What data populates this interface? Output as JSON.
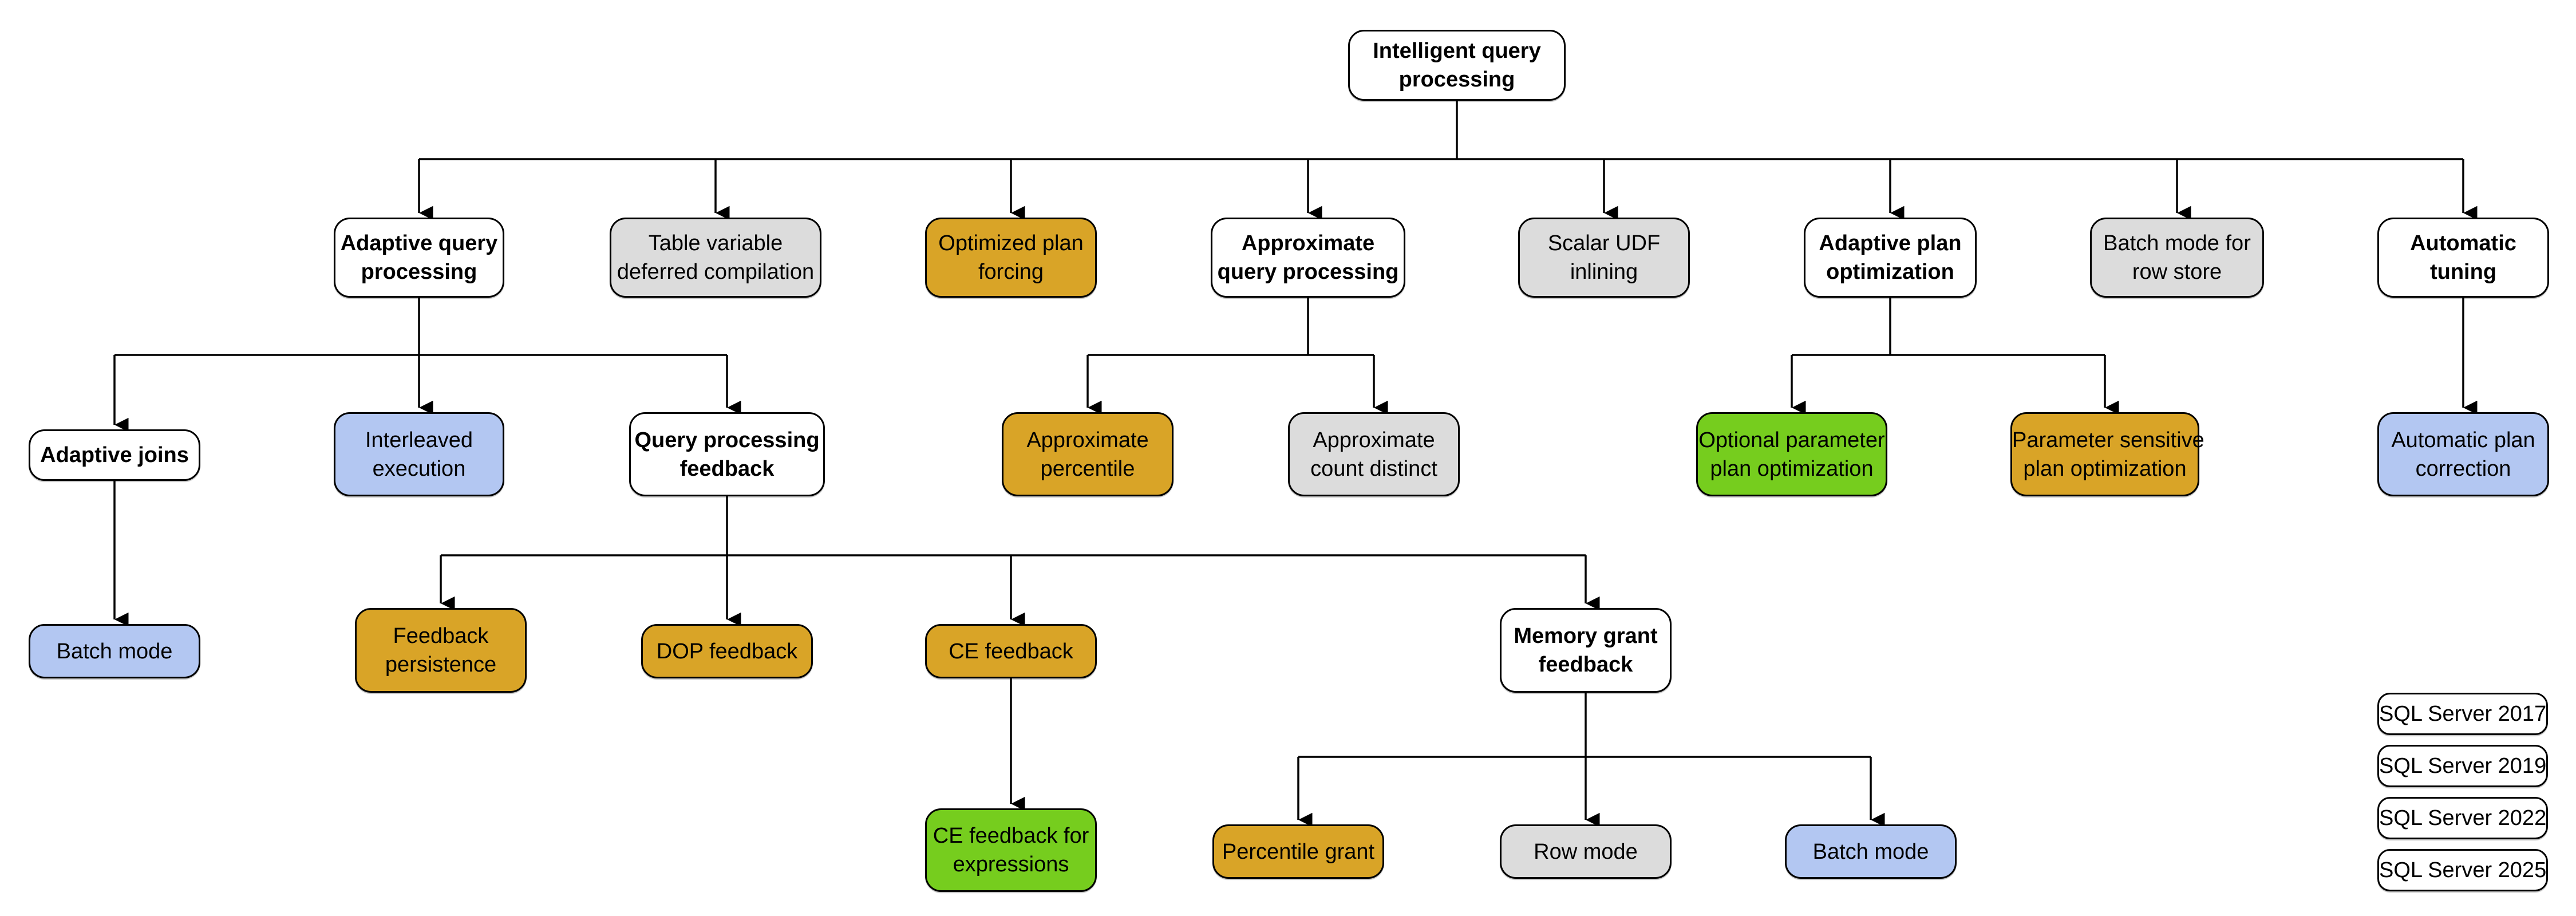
{
  "diagram_title": "Intelligent query processing",
  "palette": {
    "sql_server_2017_blue": "#B3C7F2",
    "sql_server_2019_gray": "#DCDCDC",
    "sql_server_2022_gold": "#D9A427",
    "sql_server_2025_green": "#76CD1E",
    "uncolored_node": "#FFFFFF",
    "border_and_lines": "#000000"
  },
  "nodes": {
    "root": {
      "label": "Intelligent query\nprocessing",
      "version": null
    },
    "adaptive_query_processing": {
      "label": "Adaptive query\nprocessing",
      "version": null
    },
    "table_variable_deferred_compilation": {
      "label": "Table variable\ndeferred compilation",
      "version": "SQL Server 2019"
    },
    "optimized_plan_forcing": {
      "label": "Optimized plan\nforcing",
      "version": "SQL Server 2022"
    },
    "approximate_query_processing": {
      "label": "Approximate\nquery processing",
      "version": null
    },
    "scalar_udf_inlining": {
      "label": "Scalar UDF\ninlining",
      "version": "SQL Server 2019"
    },
    "adaptive_plan_optimization": {
      "label": "Adaptive plan\noptimization",
      "version": null
    },
    "batch_mode_for_row_store": {
      "label": "Batch mode for\nrow store",
      "version": "SQL Server 2019"
    },
    "automatic_tuning": {
      "label": "Automatic\ntuning",
      "version": null
    },
    "adaptive_joins": {
      "label": "Adaptive joins",
      "version": null
    },
    "interleaved_execution": {
      "label": "Interleaved\nexecution",
      "version": "SQL Server 2017"
    },
    "query_processing_feedback": {
      "label": "Query processing\nfeedback",
      "version": null
    },
    "approximate_percentile": {
      "label": "Approximate\npercentile",
      "version": "SQL Server 2022"
    },
    "approximate_count_distinct": {
      "label": "Approximate\ncount distinct",
      "version": "SQL Server 2019"
    },
    "optional_parameter_plan_optimization": {
      "label": "Optional parameter\nplan optimization",
      "version": "SQL Server 2025"
    },
    "parameter_sensitive_plan_optimization": {
      "label": "Parameter sensitive\nplan optimization",
      "version": "SQL Server 2022"
    },
    "automatic_plan_correction": {
      "label": "Automatic plan\ncorrection",
      "version": "SQL Server 2017"
    },
    "batch_mode_adaptive_joins": {
      "label": "Batch mode",
      "version": "SQL Server 2017"
    },
    "feedback_persistence": {
      "label": "Feedback\npersistence",
      "version": "SQL Server 2022"
    },
    "dop_feedback": {
      "label": "DOP feedback",
      "version": "SQL Server 2022"
    },
    "ce_feedback": {
      "label": "CE feedback",
      "version": "SQL Server 2022"
    },
    "memory_grant_feedback": {
      "label": "Memory grant\nfeedback",
      "version": null
    },
    "ce_feedback_for_expressions": {
      "label": "CE feedback for\nexpressions",
      "version": "SQL Server 2025"
    },
    "percentile_grant": {
      "label": "Percentile grant",
      "version": "SQL Server 2022"
    },
    "row_mode": {
      "label": "Row mode",
      "version": "SQL Server 2019"
    },
    "batch_mode_memory_grant": {
      "label": "Batch mode",
      "version": "SQL Server 2017"
    }
  },
  "legend": {
    "items": [
      {
        "label": "SQL Server 2017",
        "color": "#B3C7F2"
      },
      {
        "label": "SQL Server 2019",
        "color": "#DCDCDC"
      },
      {
        "label": "SQL Server 2022",
        "color": "#D9A427"
      },
      {
        "label": "SQL Server 2025",
        "color": "#76CD1E"
      }
    ]
  }
}
